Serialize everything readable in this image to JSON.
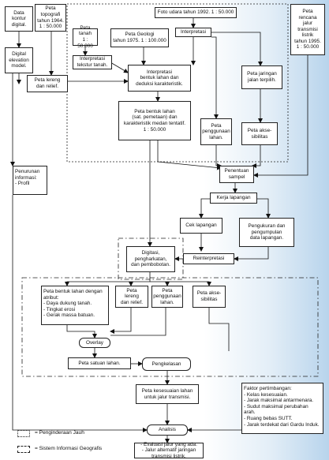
{
  "nodes": {
    "data_kontur": "Data\nkontur\ndigital.",
    "peta_topografi": "Peta\ntopografi\ntahun 1964.\n1 : 50.000",
    "foto_udara": "Foto udara tahun 1992.  1 : 50.000",
    "peta_rencana": "Peta\nrencana\njalur\ntransmisi\nlistrik\ntahun 1995.\n1 : 50.000",
    "peta_tanah": "Peta\ntanah\n1 : 50.000",
    "peta_geologi": "Peta Geologi\ntahun 1975. 1 : 100.000",
    "interpretasi": "Interpretasi",
    "dem": "Digital\nelevation\nmodel.",
    "interpretasi_tekstur": "Interpretasi\ntekstur tanah.",
    "interpretasi_bentuk": "Interpretasi\nbentuk lahan dan\ndeduksi karakteristik.",
    "peta_jaringan": "Peta jaringan\njalan terpilih.",
    "peta_lereng": "Peta lereng\ndan relief.",
    "peta_bentuk_lahan": "Peta bentuk lahan\n(sat. pemetaan) dan\nkarakteristik medan tentatif.\n1 : 50.000",
    "peta_penggunaan": "Peta\npenggunaan\nlahan.",
    "peta_aksesibilitas": "Peta akse-\nsibilitas",
    "penurunan_informasi": "Penurunan\ninformasi:\n- Profil",
    "penentuan_sampel": "Penentuan\nsampel",
    "kerja_lapangan": "Kerja lapangan",
    "cek_lapangan": "Cek lapangan",
    "pengukuran": "Pengukuran dan\npengumpulan\ndata lapangan.",
    "digitasi": "Digitasi,\npengharkatan,\ndan pembobotan.",
    "reinterpretasi": "Reinterpretasi",
    "peta_bentuk_atribut": "Peta bentuk lahan dengan\natribut:\n- Daya dukung tanah.\n- Tingkat erosi\n- Gerak massa batuan.",
    "peta_lereng2": "Peta\nlereng\ndan relief.",
    "peta_penggunaan2": "Peta\npenggunaan\nlahan.",
    "peta_aksesibilitas2": "Peta akse-\nsibilitas",
    "overlay": "Overlay",
    "peta_satuan": "Peta satuan lahan.",
    "pengkelasan": "Pengkelasan",
    "peta_kesesuaian": "Peta kesesuaian lahan\nuntuk jalur transmisi.",
    "faktor": "Faktor pertimbangan:\n- Kelas kesesuaian.\n- Jarak maksimal antarmenara.\n- Sudut maksimal perubahan\n  arah.\n- Ruang bebas SUTT.\n- Jarak terdekat dari Gardu Induk.",
    "analisis": "Analisis",
    "evaluasi": "- Evaluasi jalur yang ada.\n- Jalur alternatif jaringan\n  transmisi listrik."
  },
  "legend": {
    "remote_sensing": "= Penginderaan Jauh",
    "gis": "= Sistem Informasi Geografis"
  }
}
